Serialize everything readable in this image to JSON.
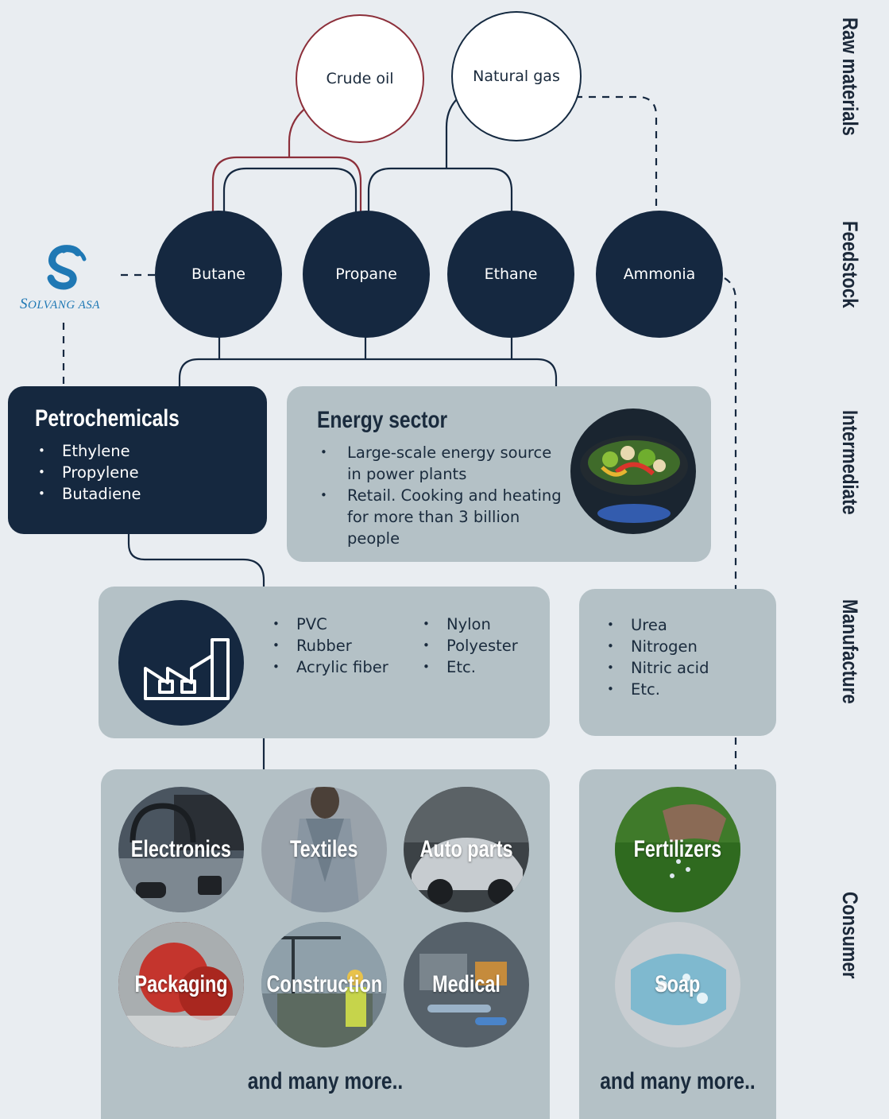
{
  "raw_materials": {
    "crude_oil": "Crude oil",
    "natural_gas": "Natural gas"
  },
  "feedstock": {
    "butane": "Butane",
    "propane": "Propane",
    "ethane": "Ethane",
    "ammonia": "Ammonia"
  },
  "logo": {
    "name": "Solvang ASA",
    "text": "Solvang ASA"
  },
  "petrochemicals": {
    "title": "Petrochemicals",
    "items": [
      "Ethylene",
      "Propylene",
      "Butadiene"
    ]
  },
  "energy": {
    "title": "Energy sector",
    "items": [
      "Large-scale energy source in power plants",
      "Retail. Cooking and heating for more than 3 billion people"
    ],
    "image_icon": "cooking-pan-photo"
  },
  "manufacture": {
    "icon": "factory-icon",
    "col1": [
      "PVC",
      "Rubber",
      "Acrylic fiber"
    ],
    "col2": [
      "Nylon",
      "Polyester",
      "Etc."
    ],
    "ammonia_items": [
      "Urea",
      "Nitrogen",
      "Nitric acid",
      "Etc."
    ]
  },
  "consumer": {
    "products": [
      "Electronics",
      "Textiles",
      "Auto parts",
      "Packaging",
      "Construction",
      "Medical"
    ],
    "ammonia_products": [
      "Fertilizers",
      "Soap"
    ],
    "more_label": "and many more..",
    "more_label_right": "and many more.."
  },
  "stages": [
    "Raw materials",
    "Feedstock",
    "Intermediate",
    "Manufacture",
    "Consumer"
  ],
  "colors": {
    "navy": "#152840",
    "crude_line": "#8c2f3a",
    "box_grey": "#b4c1c6",
    "background": "#e9edf1",
    "logo_blue": "#1f78b4"
  }
}
